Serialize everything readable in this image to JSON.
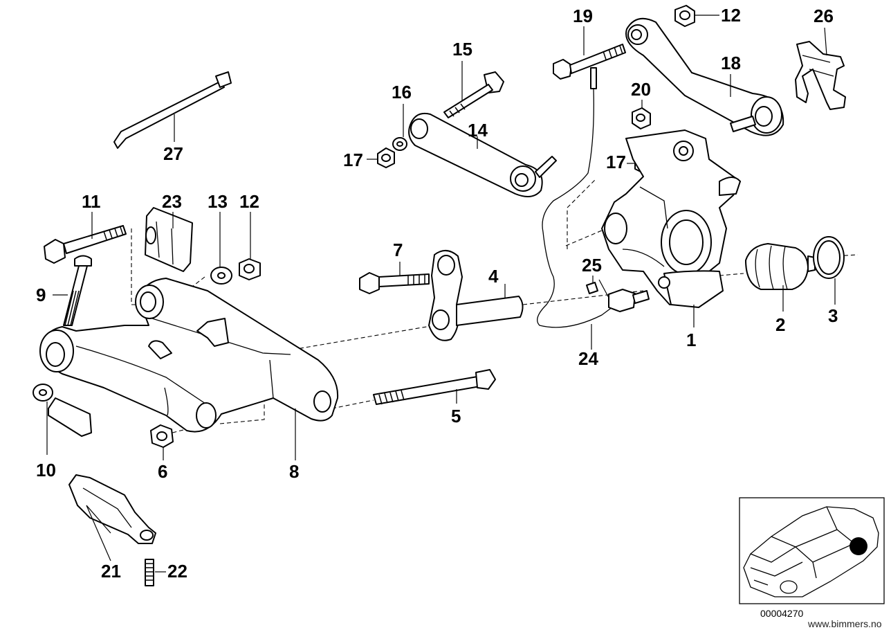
{
  "labels": {
    "p1": "1",
    "p2": "2",
    "p3": "3",
    "p4": "4",
    "p5": "5",
    "p6": "6",
    "p7": "7",
    "p8": "8",
    "p9": "9",
    "p10": "10",
    "p11": "11",
    "p12a": "12",
    "p12b": "12",
    "p13": "13",
    "p14": "14",
    "p15": "15",
    "p16": "16",
    "p17a": "17",
    "p17b": "17",
    "p18": "18",
    "p19": "19",
    "p20": "20",
    "p21": "21",
    "p22": "22",
    "p23": "23",
    "p24": "24",
    "p25": "25",
    "p26": "26",
    "p27": "27"
  },
  "diagram_code": "00004270",
  "watermark": "www.bimmers.no"
}
